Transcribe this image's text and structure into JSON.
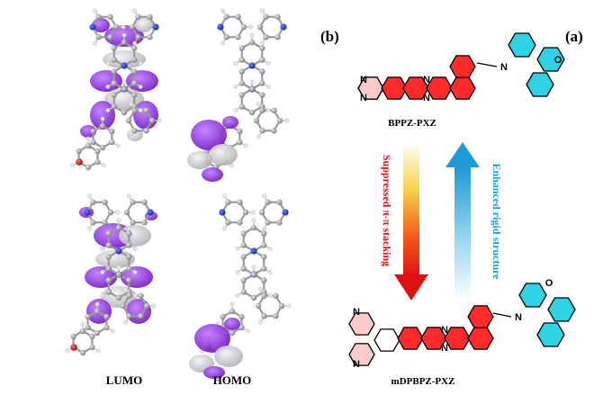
{
  "panels": {
    "b": {
      "label": "(b)",
      "orbital_labels": [
        "LUMO",
        "HOMO",
        "LUMO",
        "HOMO"
      ]
    },
    "a": {
      "label": "(a)",
      "molecule_top": "BPPZ-PXZ",
      "molecule_bottom": "mDPBPZ-PXZ",
      "arrow_down_text": "Suppressed π-π stacking",
      "arrow_up_text": "Enhanced rigid structure",
      "atom_labels": {
        "n": "N",
        "o": "O"
      }
    }
  },
  "colors": {
    "core_red": "#ff2a2a",
    "pxz_cyan": "#2fd3e6",
    "lobe_purple": "#8a2be2",
    "lobe_gray": "#c8c8cc",
    "carbon": "#8c8c8c",
    "nitrogen": "#1a2fd6",
    "oxygen": "#d01010",
    "arrow_blue": "#1e9ad6",
    "arrow_red": "#e01010"
  }
}
